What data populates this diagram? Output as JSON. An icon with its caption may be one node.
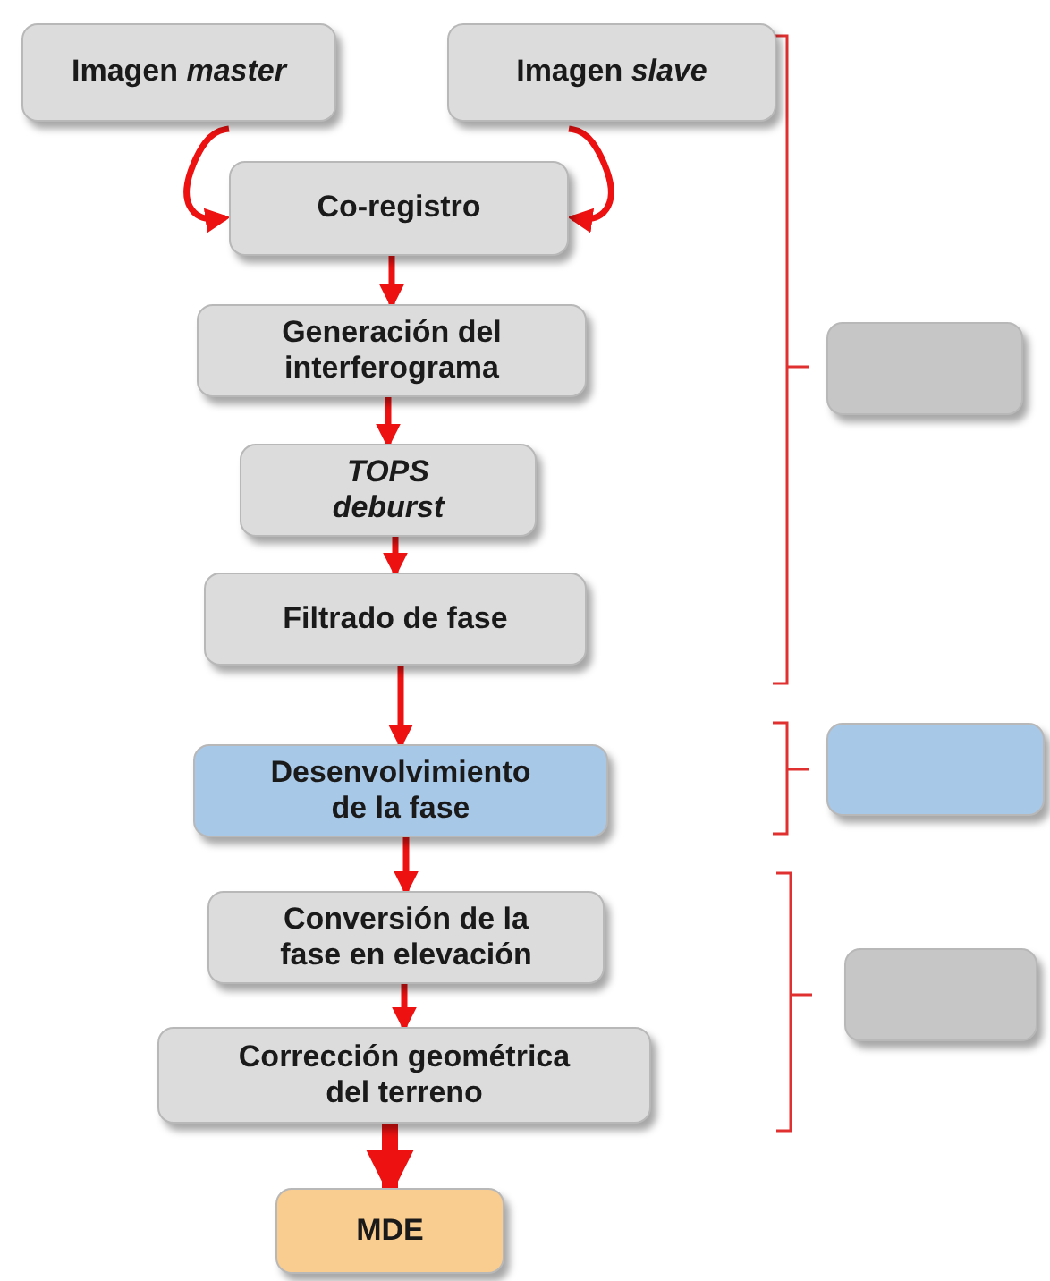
{
  "diagram": {
    "nodes": [
      {
        "text": [
          "Imagen *master*"
        ]
      },
      {
        "text": [
          "Imagen *slave*"
        ]
      },
      {
        "text": [
          "Co-registro"
        ]
      },
      {
        "text": [
          "Generación del interferograma"
        ]
      },
      {
        "text": [
          "TOPS deburst"
        ]
      },
      {
        "text": [
          "Filtrado de fase"
        ]
      },
      {
        "text": [
          "Desenvolvimiento de la fase"
        ]
      },
      {
        "text": [
          "Conversión de la fase en elevación"
        ]
      },
      {
        "text": [
          "Corrección geométrica del terreno"
        ]
      },
      {
        "text": [
          "MDE"
        ]
      },
      {
        "text": [],
        "shape": "box"
      },
      {
        "text": [],
        "shape": "box"
      },
      {
        "text": [],
        "shape": "box"
      }
    ],
    "edges": [
      {
        "from": 0,
        "to": 2,
        "arrow": "to"
      },
      {
        "from": 1,
        "to": 2,
        "arrow": "to"
      },
      {
        "from": 2,
        "to": 3,
        "arrow": "to"
      },
      {
        "from": 3,
        "to": 4,
        "arrow": "to"
      },
      {
        "from": 4,
        "to": 5,
        "arrow": "to"
      },
      {
        "from": 5,
        "to": 6,
        "arrow": "to"
      },
      {
        "from": 6,
        "to": 7,
        "arrow": "to"
      },
      {
        "from": 7,
        "to": 8,
        "arrow": "to"
      },
      {
        "from": 8,
        "to": 9,
        "arrow": "to",
        "style": "thick"
      }
    ]
  }
}
